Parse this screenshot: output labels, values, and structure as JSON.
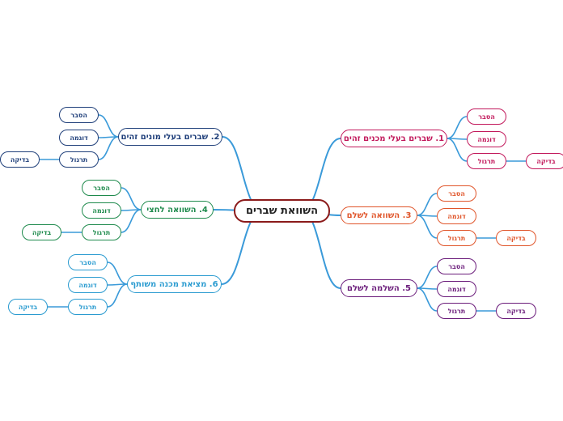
{
  "central": {
    "label": "השוואת שברים",
    "color": "#8b1a1a"
  },
  "branches": [
    {
      "title": "1. שברים בעלי מכנים זהים",
      "color": "#c2185b",
      "children": [
        "הסבר",
        "דוגמה",
        "תרגול"
      ],
      "check": "בדיקה"
    },
    {
      "title": "2. שברים בעלי מונים זהים",
      "color": "#1f3f7a",
      "children": [
        "הסבר",
        "דוגמה",
        "תרגול"
      ],
      "check": "בדיקה"
    },
    {
      "title": "3. השוואה לשלם",
      "color": "#e0552a",
      "children": [
        "הסבר",
        "דוגמה",
        "תרגול"
      ],
      "check": "בדיקה"
    },
    {
      "title": "4. השוואה לחצי",
      "color": "#1e8a4c",
      "children": [
        "הסבר",
        "דוגמה",
        "תרגול"
      ],
      "check": "בדיקה"
    },
    {
      "title": "5. השלמה לשלם",
      "color": "#6a1b7a",
      "children": [
        "הסבר",
        "דוגמה",
        "תרגול"
      ],
      "check": "בדיקה"
    },
    {
      "title": "6. מציאת מכנה משותף",
      "color": "#2a9bd0",
      "children": [
        "הסבר",
        "דוגמה",
        "תרגול"
      ],
      "check": "בדיקה"
    }
  ],
  "link_color": "#3a9ad9"
}
